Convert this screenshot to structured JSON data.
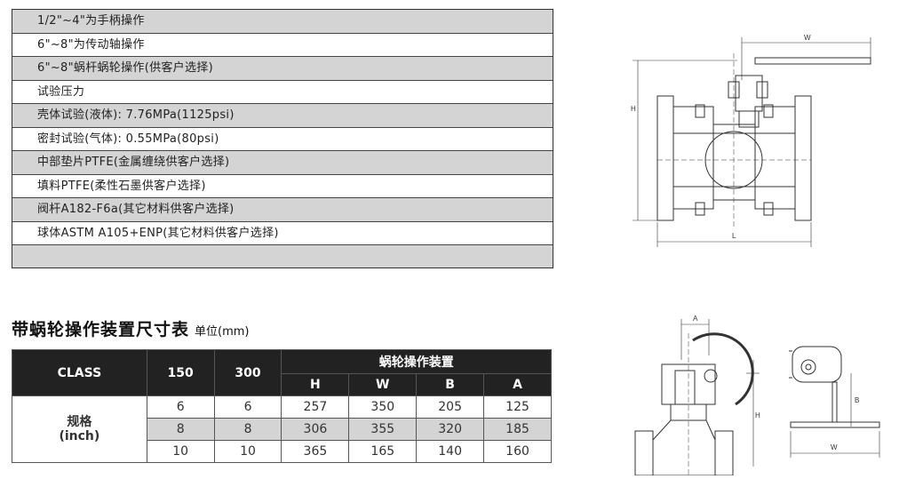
{
  "spec_rows": [
    "1/2\"~4\"为手柄操作",
    "6\"~8\"为传动轴操作",
    "6\"~8\"蜗杆蜗轮操作(供客户选择)",
    "试验压力",
    "壳体试验(液体): 7.76MPa(1125psi)",
    "密封试验(气体): 0.55MPa(80psi)",
    "中部垫片PTFE(金属缠绕供客户选择)",
    "填料PTFE(柔性石墨供客户选择)",
    "阀杆A182-F6a(其它材料供客户选择)",
    "球体ASTM A105+ENP(其它材料供客户选择)",
    ""
  ],
  "section_title": "带蜗轮操作装置尺寸表",
  "section_unit": "单位(mm)",
  "table": {
    "col_class": "CLASS",
    "col_150": "150",
    "col_300": "300",
    "group_header": "蜗轮操作装置",
    "sub_headers": [
      "H",
      "W",
      "B",
      "A"
    ],
    "row_label_line1": "规格",
    "row_label_line2": "(inch)",
    "rows": [
      [
        "6",
        "6",
        "257",
        "350",
        "205",
        "125"
      ],
      [
        "8",
        "8",
        "306",
        "355",
        "320",
        "185"
      ],
      [
        "10",
        "10",
        "365",
        "165",
        "140",
        "160"
      ]
    ]
  },
  "drawing1": {
    "w_label": "W",
    "h_label": "H",
    "l_label": "L"
  },
  "drawing2": {
    "a_label": "A",
    "h_label": "H"
  },
  "drawing3": {
    "b_label": "B",
    "w_label": "W"
  }
}
